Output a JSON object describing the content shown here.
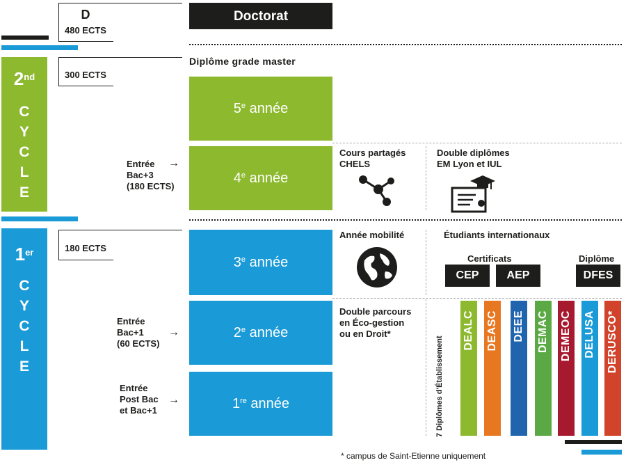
{
  "doctorat": {
    "letter": "D",
    "ects": "480 ECTS",
    "title": "Doctorat"
  },
  "master": {
    "heading": "Diplôme grade master",
    "ects": "300 ECTS"
  },
  "cycle2": {
    "num": "2",
    "sup": "nd",
    "letters": [
      "C",
      "Y",
      "C",
      "L",
      "E"
    ]
  },
  "cycle1": {
    "num": "1",
    "sup": "er",
    "letters": [
      "C",
      "Y",
      "C",
      "L",
      "E"
    ],
    "ects": "180 ECTS"
  },
  "years": {
    "y5": {
      "num": "5",
      "sup": "e",
      "text": " année"
    },
    "y4": {
      "num": "4",
      "sup": "e",
      "text": " année"
    },
    "y3": {
      "num": "3",
      "sup": "e",
      "text": " année"
    },
    "y2": {
      "num": "2",
      "sup": "e",
      "text": " année"
    },
    "y1": {
      "num": "1",
      "sup": "re",
      "text": " année"
    }
  },
  "entries": {
    "bac3": [
      "Entrée",
      "Bac+3",
      "(180 ECTS)"
    ],
    "bac1": [
      "Entrée",
      "Bac+1",
      "(60 ECTS)"
    ],
    "postbac": [
      "Entrée",
      "Post Bac",
      "et Bac+1"
    ]
  },
  "features": {
    "chels": [
      "Cours partagés",
      "CHELS"
    ],
    "double_diplomes": [
      "Double diplômes",
      "EM Lyon et IUL"
    ],
    "mobilite": "Année mobilité",
    "internationaux": "Étudiants internationaux",
    "certificats": "Certificats",
    "diplome": "Diplôme",
    "cep": "CEP",
    "aep": "AEP",
    "dfes": "DFES",
    "double_parcours": [
      "Double parcours",
      "en Éco-gestion",
      "ou en Droit*"
    ]
  },
  "etablissement": {
    "label": "7 Diplômes d'Établissement",
    "items": [
      {
        "name": "DEALC",
        "color": "#8db92e"
      },
      {
        "name": "DEASC",
        "color": "#e87722"
      },
      {
        "name": "DEEE",
        "color": "#1f64ad"
      },
      {
        "name": "DEMAC",
        "color": "#5aa944"
      },
      {
        "name": "DEMEOC",
        "color": "#a6192e"
      },
      {
        "name": "DELUSA",
        "color": "#1a9ad6"
      },
      {
        "name": "DERUSCO*",
        "color": "#d1432b"
      }
    ]
  },
  "footnote": "* campus de Saint-Etienne uniquement",
  "colors": {
    "green": "#8db92e",
    "blue": "#1a9ad6",
    "black": "#1d1d1b"
  }
}
